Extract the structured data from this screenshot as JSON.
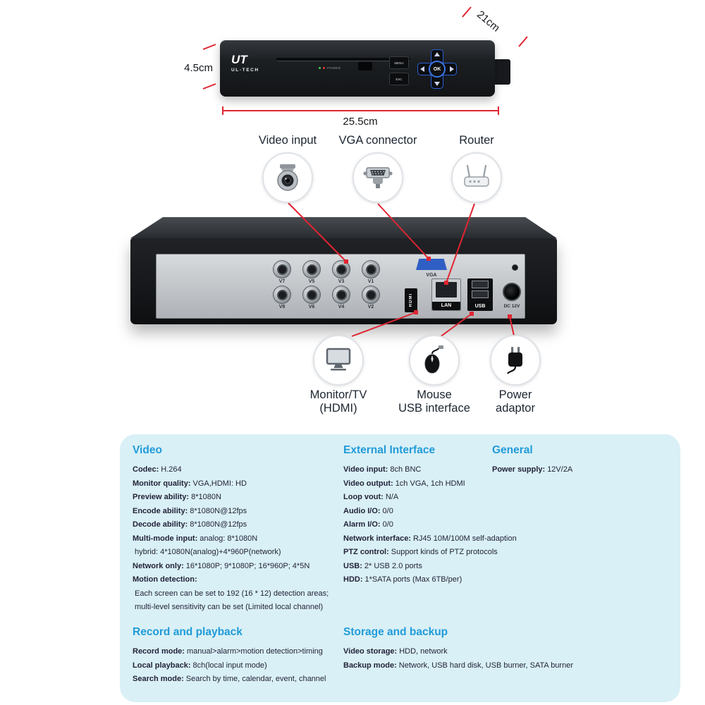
{
  "colors": {
    "accent_red": "#e02531",
    "heading_blue": "#219bd8",
    "panel_bg": "#d9f0f6",
    "ink": "#232338"
  },
  "dimensions": {
    "width_label": "21cm",
    "height_label": "4.5cm",
    "depth_label": "25.5cm"
  },
  "device": {
    "brand": "UL-TECH",
    "logo_text": "UT",
    "power_label": "POWER",
    "buttons": {
      "menu": "MENU",
      "esc": "ESC",
      "ok": "OK"
    }
  },
  "rear": {
    "bnc_row1": [
      "V7",
      "V5",
      "V3",
      "V1"
    ],
    "bnc_row2": [
      "V8",
      "V6",
      "V4",
      "V2"
    ],
    "ports": {
      "vga": "VGA",
      "hdmi": "HDMI",
      "lan": "LAN",
      "usb": "USB",
      "dc": "DC 12V"
    }
  },
  "callouts": {
    "top": [
      {
        "label": "Video input"
      },
      {
        "label": "VGA connector"
      },
      {
        "label": "Router"
      }
    ],
    "bottom": [
      {
        "line1": "Monitor/TV",
        "line2": "(HDMI)"
      },
      {
        "line1": "Mouse",
        "line2": "USB interface"
      },
      {
        "line1": "Power",
        "line2": "adaptor"
      }
    ]
  },
  "specs": {
    "video": {
      "heading": "Video",
      "rows": [
        {
          "label": "Codec:",
          "value": "H.264"
        },
        {
          "label": "Monitor quality:",
          "value": "VGA,HDMI: HD"
        },
        {
          "label": "Preview ability:",
          "value": "8*1080N"
        },
        {
          "label": "Encode ability:",
          "value": "8*1080N@12fps"
        },
        {
          "label": "Decode ability:",
          "value": "8*1080N@12fps"
        },
        {
          "label": "Multi-mode input:",
          "value": "analog: 8*1080N"
        },
        {
          "label": "",
          "value": "hybrid: 4*1080N(analog)+4*960P(network)"
        },
        {
          "label": "Network only:",
          "value": "16*1080P; 9*1080P; 16*960P; 4*5N"
        },
        {
          "label": "Motion detection:",
          "value": ""
        },
        {
          "label": "",
          "value": "Each screen can be set to 192 (16 * 12) detection areas;"
        },
        {
          "label": "",
          "value": "multi-level sensitivity can be set (Limited local channel)"
        }
      ]
    },
    "external": {
      "heading": "External Interface",
      "rows": [
        {
          "label": "Video input:",
          "value": "8ch BNC"
        },
        {
          "label": "Video output:",
          "value": "1ch VGA, 1ch HDMI"
        },
        {
          "label": "Loop vout:",
          "value": "N/A"
        },
        {
          "label": "Audio I/O:",
          "value": "0/0"
        },
        {
          "label": "Alarm I/O:",
          "value": "0/0"
        },
        {
          "label": "Network interface:",
          "value": "RJ45 10M/100M self-adaption"
        },
        {
          "label": "PTZ control:",
          "value": "Support kinds of PTZ protocols"
        },
        {
          "label": "USB:",
          "value": "2* USB 2.0 ports"
        },
        {
          "label": "HDD:",
          "value": "1*SATA ports (Max 6TB/per)"
        }
      ]
    },
    "general": {
      "heading": "General",
      "rows": [
        {
          "label": "Power supply:",
          "value": "12V/2A"
        }
      ]
    },
    "record": {
      "heading": "Record and playback",
      "rows": [
        {
          "label": "Record mode:",
          "value": "manual>alarm>motion detection>timing"
        },
        {
          "label": "Local playback:",
          "value": "8ch(local input mode)"
        },
        {
          "label": "Search mode:",
          "value": "Search by time, calendar, event, channel"
        }
      ]
    },
    "storage": {
      "heading": "Storage and backup",
      "rows": [
        {
          "label": "Video storage:",
          "value": "HDD, network"
        },
        {
          "label": "Backup mode:",
          "value": "Network, USB hard disk, USB burner, SATA burner"
        }
      ]
    }
  }
}
